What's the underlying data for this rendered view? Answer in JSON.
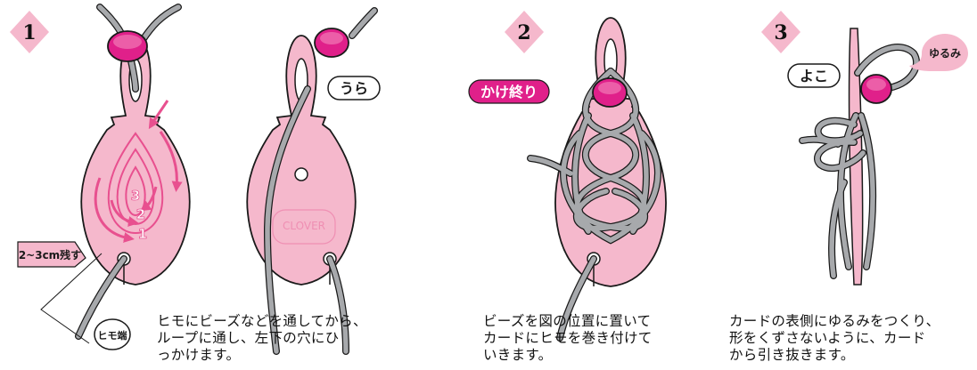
{
  "steps": [
    {
      "number": "1",
      "caption": "ヒモにビーズなどを通してから、\nループに通し、左下の穴にひ\nっかけます。",
      "labels": {
        "leave": "2~3cm残す",
        "cord_end": "ヒモ端",
        "back": "うら",
        "card_numbers": [
          "3",
          "2",
          "1"
        ],
        "card_logo": "CLOVER"
      }
    },
    {
      "number": "2",
      "caption": "ビーズを図の位置に置いて\nカードにヒモを巻き付けて\nいきます。",
      "labels": {
        "finish": "かけ終り"
      }
    },
    {
      "number": "3",
      "caption": "カードの表側にゆるみをつくり、\n形をくずさないように、カード\nから引き抜きます。",
      "labels": {
        "side": "よこ",
        "slack": "ゆるみ"
      }
    }
  ],
  "colors": {
    "card": "#f5b8cc",
    "card_stroke": "#1a1a1a",
    "bead": "#e0208a",
    "cord": "#a7a9ac",
    "arrow": "#e8508f",
    "badge": "#f5b8cc",
    "label_fill": "#e0208a"
  }
}
